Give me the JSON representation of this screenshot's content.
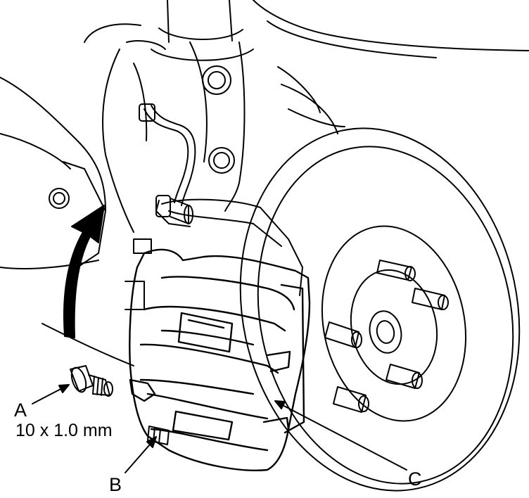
{
  "labels": {
    "A": "A",
    "A_spec": "10 x 1.0 mm",
    "B": "B",
    "C": "C"
  },
  "colors": {
    "line": "#000000",
    "background": "#ffffff"
  }
}
